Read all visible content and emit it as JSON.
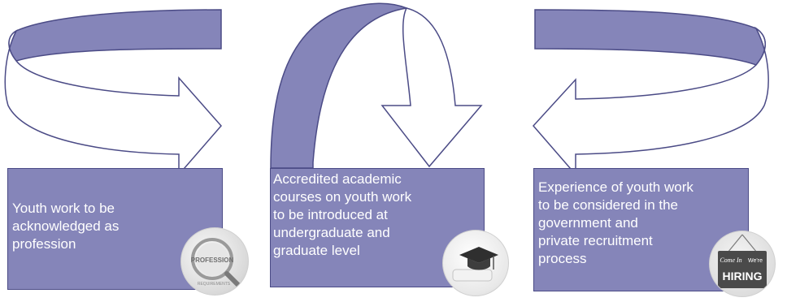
{
  "boxes": [
    {
      "text": "Youth work to be\nacknowledged as\nprofession",
      "icon": "profession-magnifier-icon"
    },
    {
      "text": "Accredited academic\ncourses on youth work\nto be introduced at\nundergraduate and\ngraduate level",
      "icon": "graduation-cap-icon"
    },
    {
      "text": "Experience of youth work\nto be considered in the\ngovernment and\nprivate  recruitment\nprocess",
      "icon": "hiring-sign-icon"
    }
  ],
  "badge_text": {
    "profession": "PROFESSION",
    "requirements": "REQUIREMENTS",
    "come_in": "Come In",
    "were": "We're",
    "hiring": "HIRING"
  },
  "colors": {
    "box_fill": "#8585b9",
    "box_border": "#4b4b86",
    "arrow_fill": "#8585b9",
    "arrow_stroke": "#4b4b86",
    "text": "#ffffff"
  }
}
